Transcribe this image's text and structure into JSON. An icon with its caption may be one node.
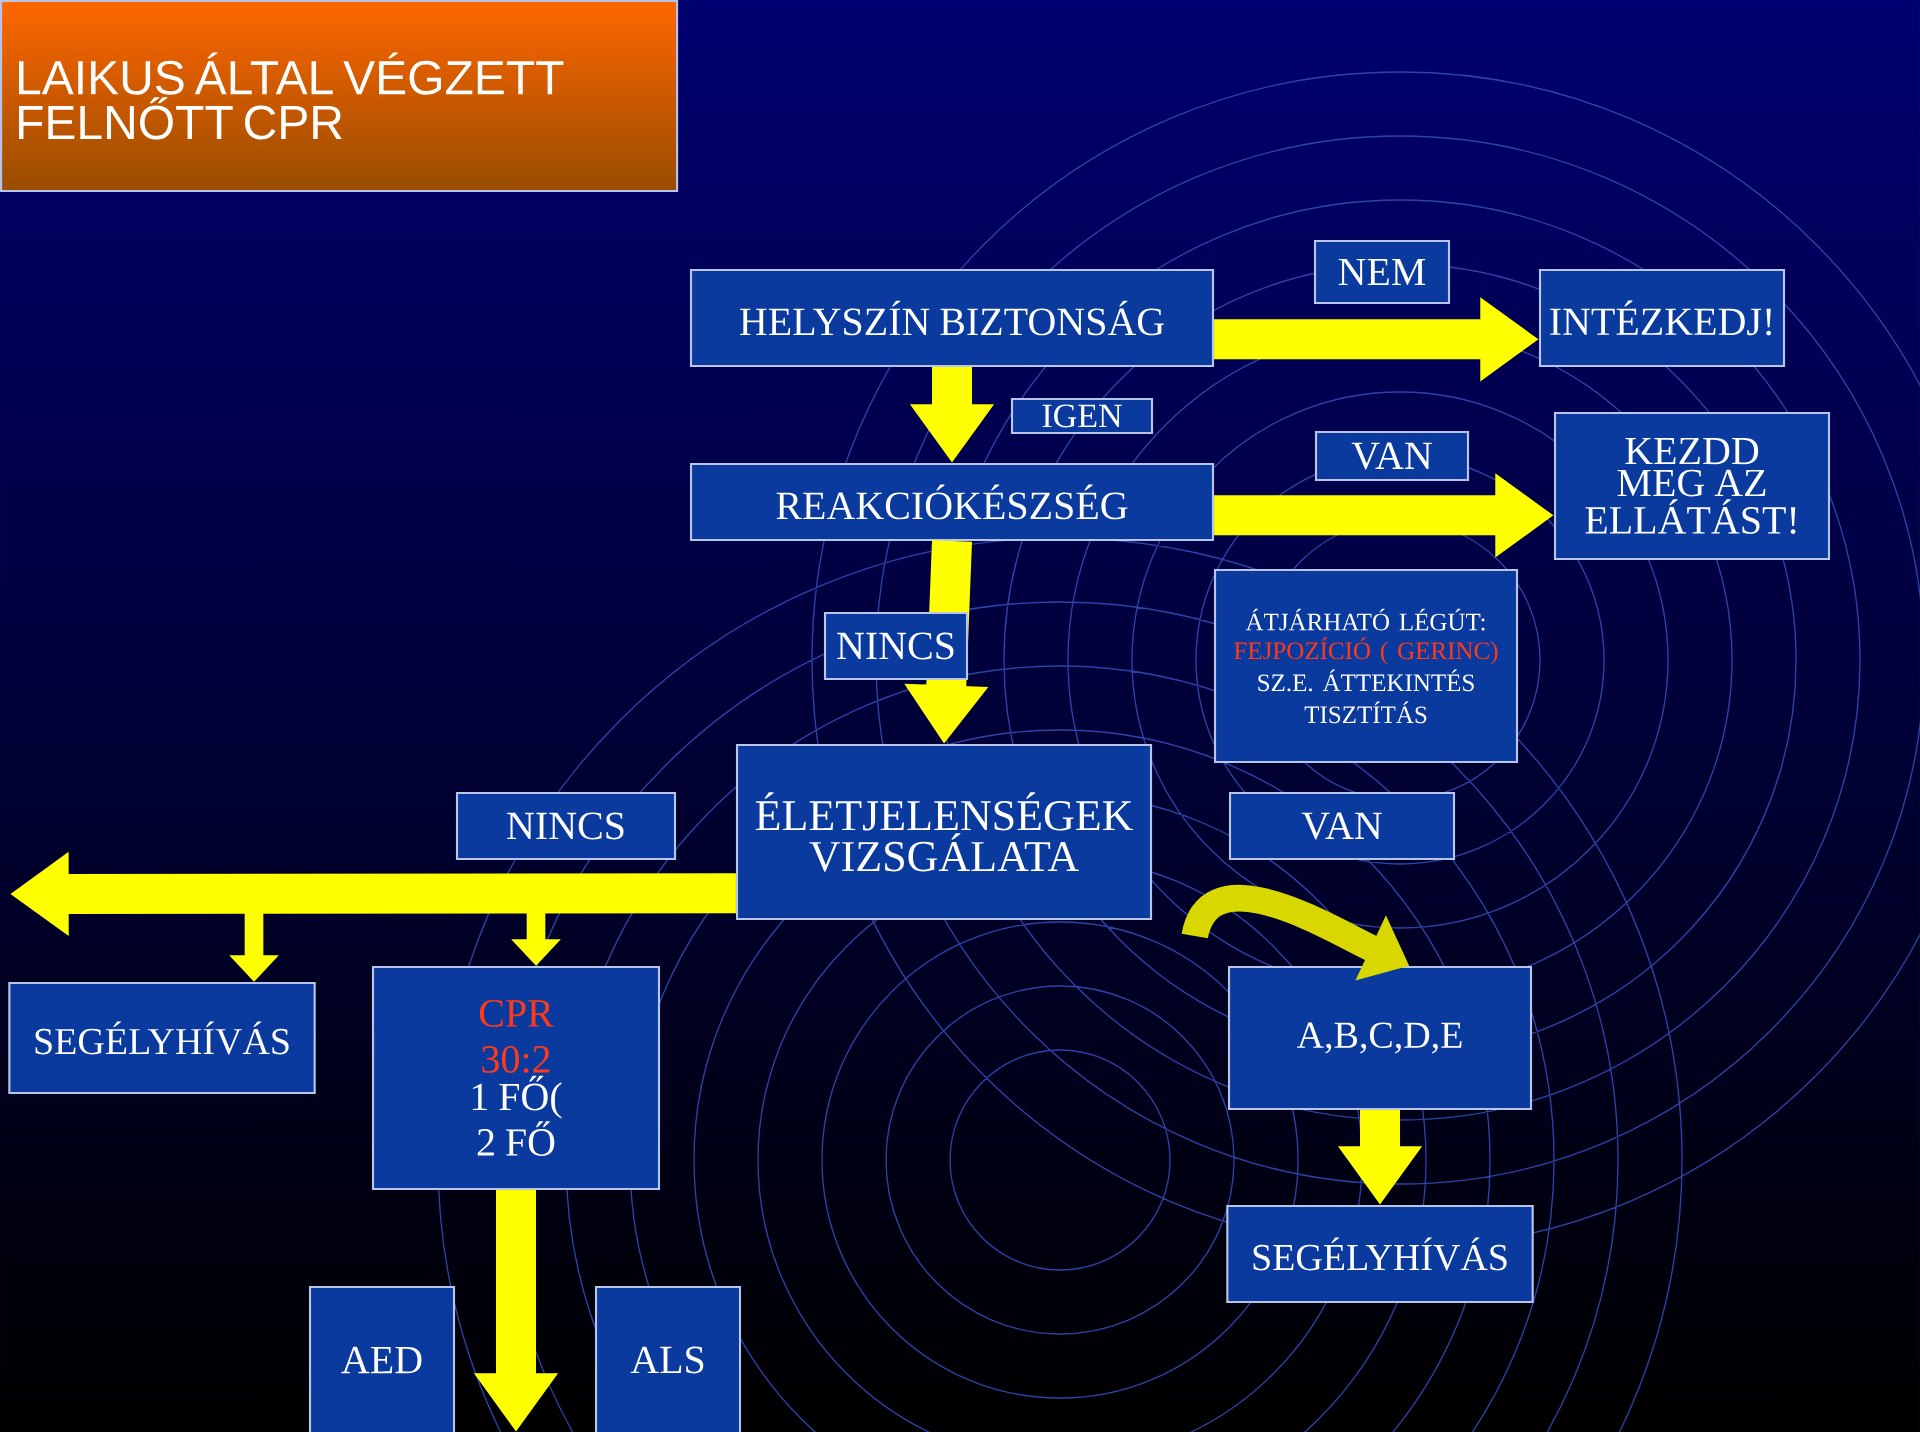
{
  "diagram": {
    "title": "LAIKUS ÁLTAL VÉGZETT FELNŐTT CPR",
    "nodes": [
      {
        "text": [
          "HELYSZÍN BIZTONSÁG"
        ]
      },
      {
        "text": [
          "INTÉZKEDJ!"
        ]
      },
      {
        "text": [
          "REAKCIÓKÉSZSÉG"
        ]
      },
      {
        "text": [
          "KEZDD MEG AZ ELLÁTÁST!"
        ]
      },
      {
        "text": [
          "ÁTJÁRHATÓ LÉGÚT:",
          "FEJPOZÍCIÓ ( GERINC)",
          "SZ.E. ÁTTEKINTÉS TISZTÍTÁS"
        ]
      },
      {
        "text": [
          "ÉLETJELENSÉGEK VIZSGÁLATA"
        ]
      },
      {
        "text": [
          "SEGÉLYHÍVÁS"
        ]
      },
      {
        "text": [
          "CPR 30:2",
          "1 FŐ( 2 FŐ"
        ]
      },
      {
        "text": [
          "A,B,C,D,E"
        ]
      },
      {
        "text": [
          "SEGÉLYHÍVÁS"
        ]
      },
      {
        "text": [
          "AED"
        ]
      },
      {
        "text": [
          "ALS"
        ]
      }
    ],
    "edges": [
      {
        "from": 0,
        "to": 1,
        "arrow": "to",
        "label": "NEM"
      },
      {
        "from": 0,
        "to": 2,
        "arrow": "to",
        "label": "IGEN"
      },
      {
        "from": 2,
        "to": 3,
        "arrow": "to",
        "label": "VAN"
      },
      {
        "from": 2,
        "to": 5,
        "arrow": "to",
        "label": "NINCS"
      },
      {
        "from": 5,
        "to": null,
        "arrow": "to",
        "label": "NINCS"
      },
      {
        "from": null,
        "to": 6,
        "arrow": "to"
      },
      {
        "from": null,
        "to": 7,
        "arrow": "to"
      },
      {
        "from": 5,
        "to": 8,
        "arrow": "to",
        "label": "VAN"
      },
      {
        "from": 8,
        "to": 9,
        "arrow": "to"
      },
      {
        "from": 7,
        "to": null,
        "arrow": "to"
      }
    ]
  }
}
